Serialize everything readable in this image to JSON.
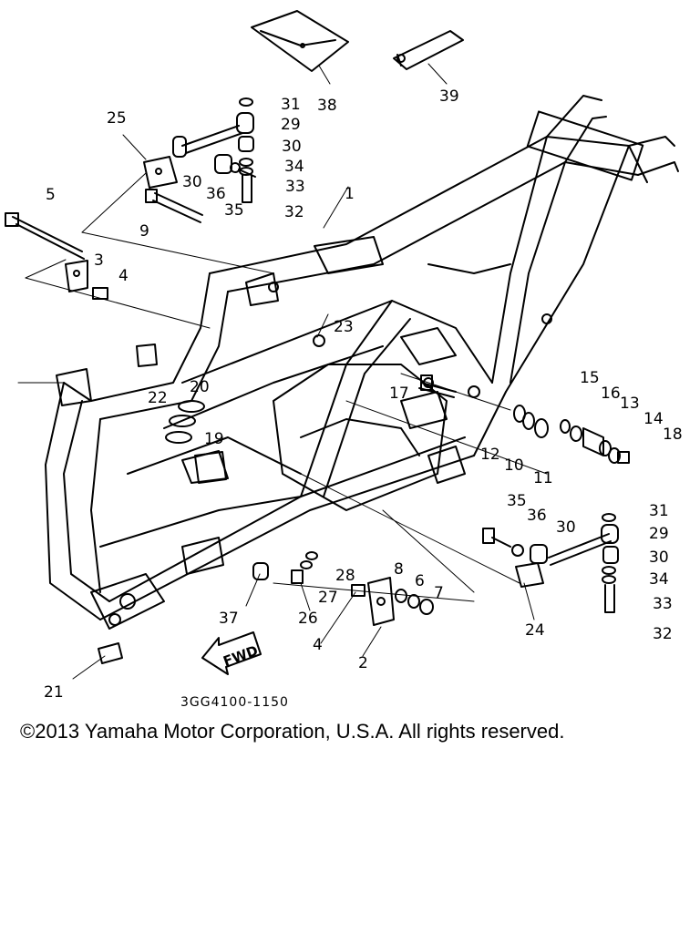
{
  "parts": [
    {
      "id": "p1",
      "label": "1"
    },
    {
      "id": "p2",
      "label": "2"
    },
    {
      "id": "p3",
      "label": "3"
    },
    {
      "id": "p4a",
      "label": "4"
    },
    {
      "id": "p4b",
      "label": "4"
    },
    {
      "id": "p5",
      "label": "5"
    },
    {
      "id": "p6",
      "label": "6"
    },
    {
      "id": "p7",
      "label": "7"
    },
    {
      "id": "p8",
      "label": "8"
    },
    {
      "id": "p9",
      "label": "9"
    },
    {
      "id": "p10",
      "label": "10"
    },
    {
      "id": "p11",
      "label": "11"
    },
    {
      "id": "p12",
      "label": "12"
    },
    {
      "id": "p13",
      "label": "13"
    },
    {
      "id": "p14",
      "label": "14"
    },
    {
      "id": "p15",
      "label": "15"
    },
    {
      "id": "p16",
      "label": "16"
    },
    {
      "id": "p17",
      "label": "17"
    },
    {
      "id": "p18",
      "label": "18"
    },
    {
      "id": "p19",
      "label": "19"
    },
    {
      "id": "p20",
      "label": "20"
    },
    {
      "id": "p21",
      "label": "21"
    },
    {
      "id": "p22",
      "label": "22"
    },
    {
      "id": "p23",
      "label": "23"
    },
    {
      "id": "p24",
      "label": "24"
    },
    {
      "id": "p25",
      "label": "25"
    },
    {
      "id": "p26",
      "label": "26"
    },
    {
      "id": "p27",
      "label": "27"
    },
    {
      "id": "p28",
      "label": "28"
    },
    {
      "id": "p29a",
      "label": "29"
    },
    {
      "id": "p29b",
      "label": "29"
    },
    {
      "id": "p30a",
      "label": "30"
    },
    {
      "id": "p30b",
      "label": "30"
    },
    {
      "id": "p30c",
      "label": "30"
    },
    {
      "id": "p30d",
      "label": "30"
    },
    {
      "id": "p31a",
      "label": "31"
    },
    {
      "id": "p31b",
      "label": "31"
    },
    {
      "id": "p32a",
      "label": "32"
    },
    {
      "id": "p32b",
      "label": "32"
    },
    {
      "id": "p33a",
      "label": "33"
    },
    {
      "id": "p33b",
      "label": "33"
    },
    {
      "id": "p34a",
      "label": "34"
    },
    {
      "id": "p34b",
      "label": "34"
    },
    {
      "id": "p35a",
      "label": "35"
    },
    {
      "id": "p35b",
      "label": "35"
    },
    {
      "id": "p36a",
      "label": "36"
    },
    {
      "id": "p36b",
      "label": "36"
    },
    {
      "id": "p37",
      "label": "37"
    },
    {
      "id": "p38",
      "label": "38"
    },
    {
      "id": "p39",
      "label": "39"
    }
  ],
  "fwd_label": "FWD",
  "drawing_code": "3GG4100-1150",
  "copyright": "©2013 Yamaha Motor Corporation, U.S.A. All rights reserved."
}
